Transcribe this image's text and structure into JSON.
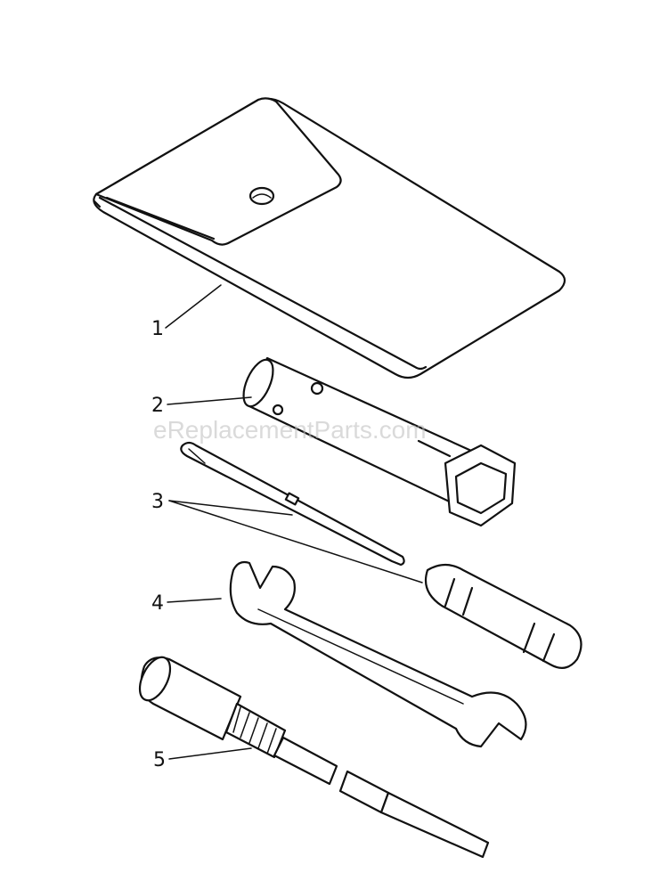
{
  "callouts": [
    {
      "label": "1",
      "part": "tool-pouch"
    },
    {
      "label": "2",
      "part": "spark-plug-wrench"
    },
    {
      "label": "3",
      "part": "screwdriver-set"
    },
    {
      "label": "4",
      "part": "open-end-wrench"
    },
    {
      "label": "5",
      "part": "extension-bar"
    }
  ],
  "watermark": "eReplacementParts.com",
  "colors": {
    "line": "#111111",
    "background": "#ffffff",
    "watermark": "#bdbdbd"
  }
}
